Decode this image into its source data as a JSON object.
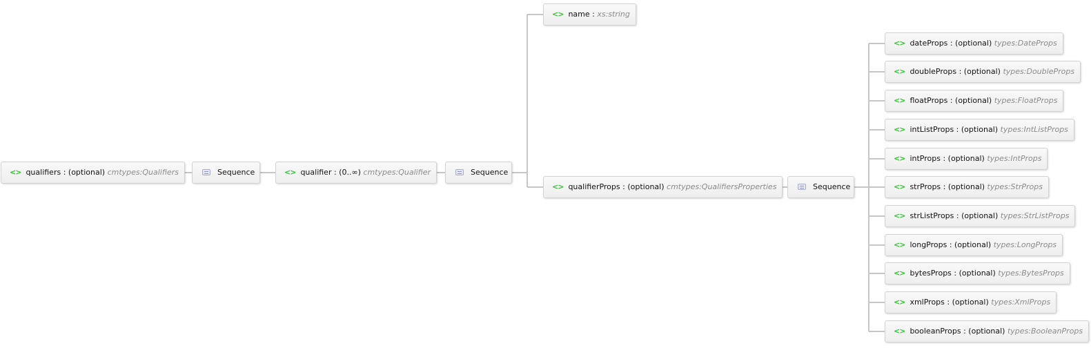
{
  "root": {
    "name": "qualifiers",
    "occurrence": "(optional)",
    "type": "cmtypes:Qualifiers"
  },
  "seq1": {
    "label": "Sequence"
  },
  "qualifier": {
    "name": "qualifier",
    "occurrence": "(0..∞)",
    "type": "cmtypes:Qualifier"
  },
  "seq2": {
    "label": "Sequence"
  },
  "name_el": {
    "name": "name",
    "type": "xs:string"
  },
  "qualifierProps": {
    "name": "qualifierProps",
    "occurrence": "(optional)",
    "type": "cmtypes:QualifiersProperties"
  },
  "seq3": {
    "label": "Sequence"
  },
  "props": [
    {
      "name": "dateProps",
      "occurrence": "(optional)",
      "type": "types:DateProps"
    },
    {
      "name": "doubleProps",
      "occurrence": "(optional)",
      "type": "types:DoubleProps"
    },
    {
      "name": "floatProps",
      "occurrence": "(optional)",
      "type": "types:FloatProps"
    },
    {
      "name": "intListProps",
      "occurrence": "(optional)",
      "type": "types:IntListProps"
    },
    {
      "name": "intProps",
      "occurrence": "(optional)",
      "type": "types:IntProps"
    },
    {
      "name": "strProps",
      "occurrence": "(optional)",
      "type": "types:StrProps"
    },
    {
      "name": "strListProps",
      "occurrence": "(optional)",
      "type": "types:StrListProps"
    },
    {
      "name": "longProps",
      "occurrence": "(optional)",
      "type": "types:LongProps"
    },
    {
      "name": "bytesProps",
      "occurrence": "(optional)",
      "type": "types:BytesProps"
    },
    {
      "name": "xmlProps",
      "occurrence": "(optional)",
      "type": "types:XmlProps"
    },
    {
      "name": "booleanProps",
      "occurrence": "(optional)",
      "type": "types:BooleanProps"
    }
  ],
  "element_tag": "<>"
}
